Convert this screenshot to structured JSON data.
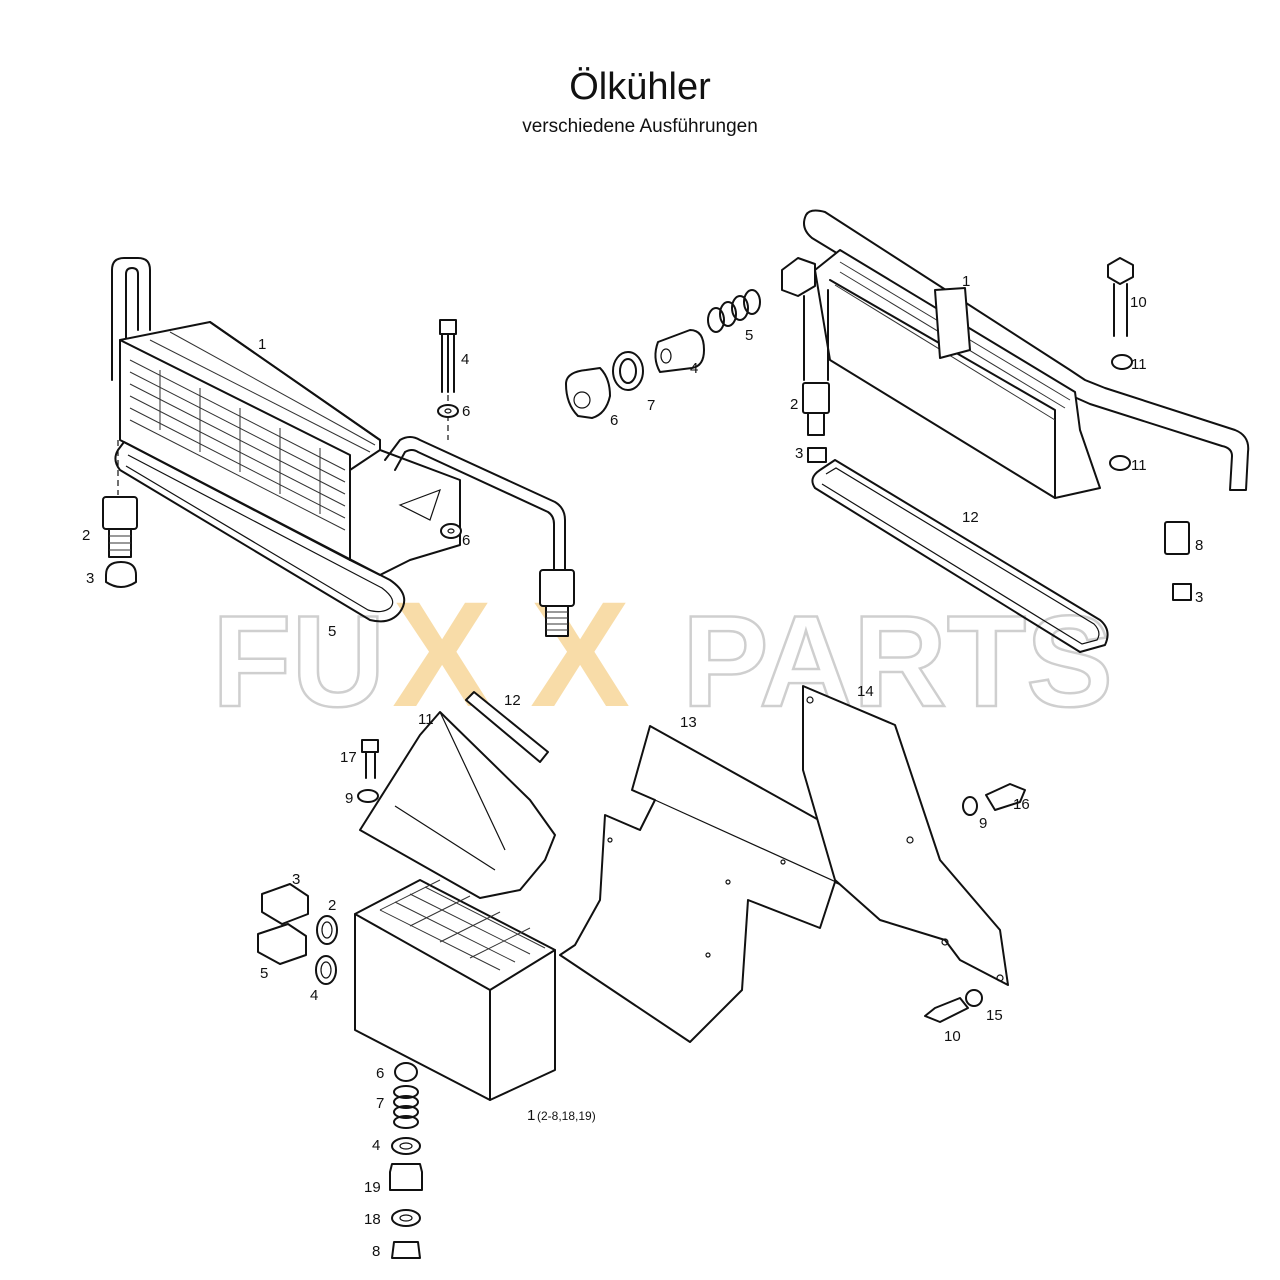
{
  "header": {
    "title": "Ölkühler",
    "subtitle": "verschiedene Ausführungen"
  },
  "watermark": {
    "left": "FU",
    "x1": "X",
    "x2": "X",
    "right": "PARTS",
    "x_color": "#f5c46a",
    "outline_color": "#cfcfcf"
  },
  "assembly_a": {
    "labels": [
      "1",
      "2",
      "3",
      "4",
      "5",
      "6",
      "6"
    ]
  },
  "assembly_b": {
    "labels": [
      "4",
      "5",
      "6",
      "7"
    ]
  },
  "assembly_c": {
    "labels": [
      "1",
      "2",
      "3",
      "3",
      "8",
      "10",
      "11",
      "11",
      "12"
    ]
  },
  "assembly_d": {
    "labels": [
      "11",
      "12",
      "13",
      "14",
      "17",
      "9",
      "3",
      "2",
      "5",
      "4",
      "16",
      "9",
      "10",
      "15",
      "6",
      "7",
      "4",
      "19",
      "18",
      "8"
    ],
    "main_label": "1",
    "main_note": "(2-8,18,19)"
  }
}
